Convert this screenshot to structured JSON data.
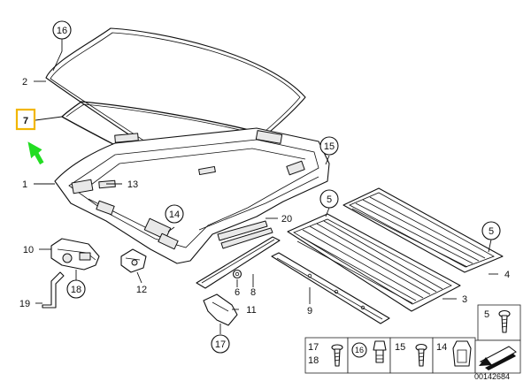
{
  "labels": {
    "p1": "1",
    "p2": "2",
    "p3": "3",
    "p4": "4",
    "p5a": "5",
    "p5b": "5",
    "p5c": "5",
    "p6": "6",
    "p7": "7",
    "p8": "8",
    "p9": "9",
    "p10": "10",
    "p11": "11",
    "p12": "12",
    "p13": "13",
    "p14": "14",
    "p14b": "14",
    "p15": "15",
    "p15b": "15",
    "p16": "16",
    "p16b": "16",
    "p17": "17",
    "p17b": "17",
    "p18": "18",
    "p18b": "18",
    "p19": "19",
    "p20": "20"
  },
  "diagram_id": "00142684",
  "colors": {
    "highlight_box": "#f2b600",
    "arrow": "#22dd22",
    "line": "#111111"
  },
  "icons": {
    "arrow": "green-arrow-icon"
  }
}
